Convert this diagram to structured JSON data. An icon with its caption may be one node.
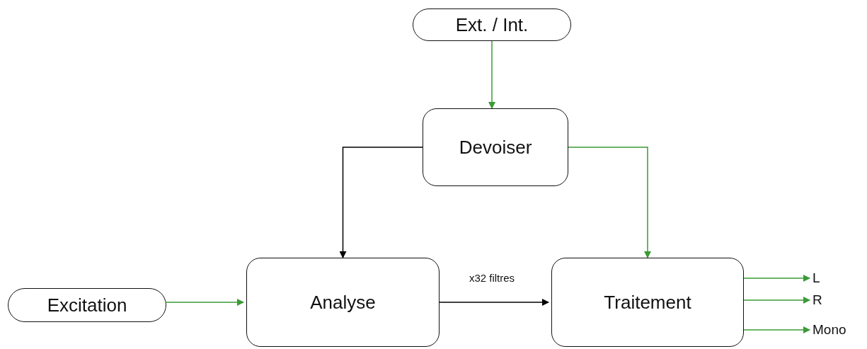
{
  "diagram": {
    "nodes": [
      {
        "text": [
          "Ext. / Int."
        ]
      },
      {
        "text": [
          "Devoiser"
        ]
      },
      {
        "text": [
          "Excitation"
        ]
      },
      {
        "text": [
          "Analyse"
        ]
      },
      {
        "text": [
          "Traitement"
        ]
      },
      {
        "text": [
          "L"
        ]
      },
      {
        "text": [
          "R"
        ]
      },
      {
        "text": [
          "Mono"
        ]
      }
    ],
    "edges": [
      {
        "from": 0,
        "to": 1,
        "arrow": "to"
      },
      {
        "from": 1,
        "to": 3,
        "arrow": "to",
        "color": "#000000"
      },
      {
        "from": 1,
        "to": 4,
        "arrow": "to"
      },
      {
        "from": 2,
        "to": 3,
        "arrow": "to"
      },
      {
        "from": 3,
        "to": 4,
        "arrow": "to",
        "label": "x32 filtres",
        "color": "#000000"
      },
      {
        "from": 4,
        "to": 5,
        "arrow": "to"
      },
      {
        "from": 4,
        "to": 6,
        "arrow": "to"
      },
      {
        "from": 4,
        "to": 7,
        "arrow": "to"
      }
    ]
  }
}
